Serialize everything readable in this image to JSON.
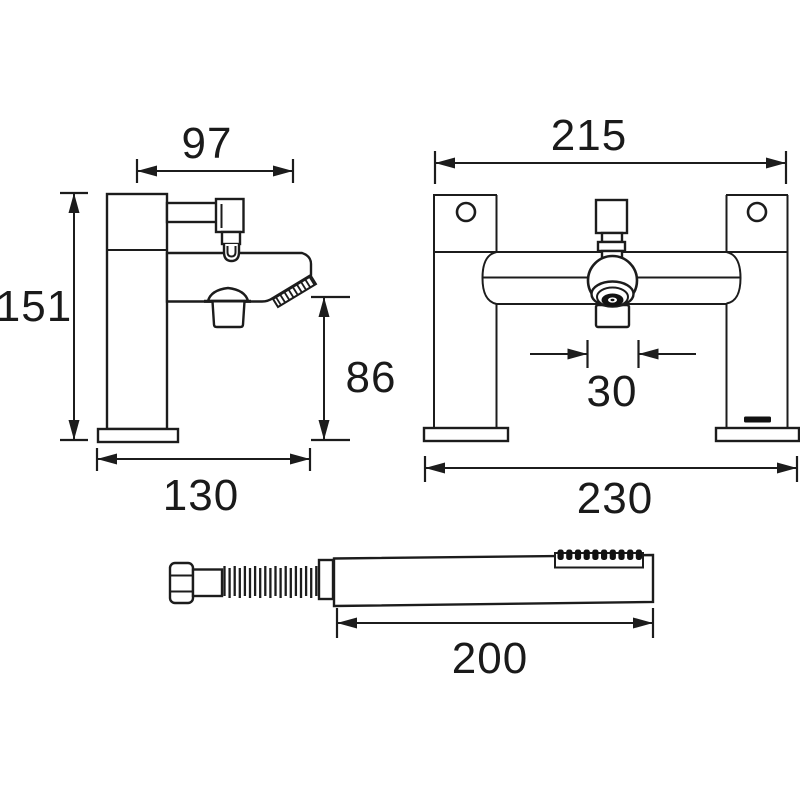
{
  "diagram": {
    "type": "technical-drawing",
    "subject": "bath shower mixer tap dimension drawing",
    "units": "mm",
    "background_color": "#ffffff",
    "line_color": "#1c1c1c",
    "text_color": "#1a1a1a",
    "views": [
      {
        "id": "side-view",
        "label": "tap side elevation"
      },
      {
        "id": "front-view",
        "label": "tap front elevation"
      },
      {
        "id": "handset-view",
        "label": "shower handset with hose"
      }
    ],
    "dimensions": {
      "side_view": {
        "spout_reach_mm": "97",
        "overall_height_mm": "151",
        "outlet_height_mm": "86",
        "overall_depth_mm": "130"
      },
      "front_view": {
        "body_width_mm": "215",
        "outlet_width_mm": "30",
        "overall_width_mm": "230"
      },
      "handset": {
        "length_mm": "200"
      }
    }
  }
}
